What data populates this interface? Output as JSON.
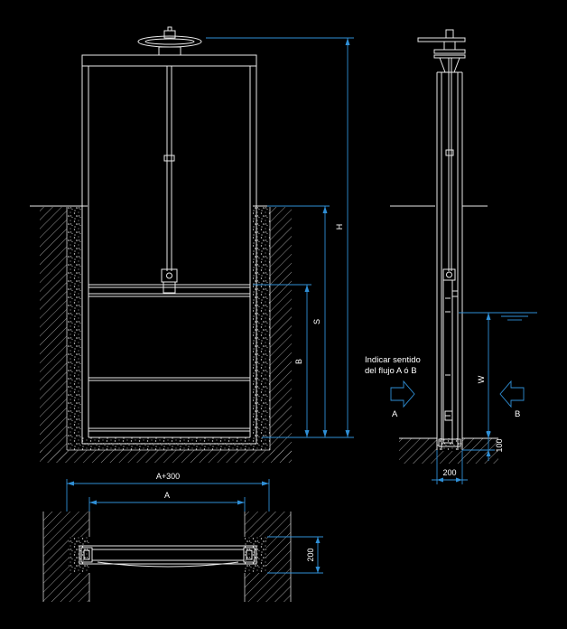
{
  "colors": {
    "background": "#000000",
    "lines": "#e8e8e8",
    "dimension": "#2f8fd6",
    "text": "#ffffff"
  },
  "front_view": {
    "dim_H": "H",
    "dim_S": "S",
    "dim_B": "B"
  },
  "side_view": {
    "note_line1": "Indicar sentido",
    "note_line2": "del flujo A ó B",
    "label_A": "A",
    "label_B": "B",
    "dim_W": "W",
    "dim_100": "100",
    "dim_200": "200"
  },
  "plan_view": {
    "dim_A300": "A+300",
    "dim_A": "A",
    "dim_200": "200"
  }
}
